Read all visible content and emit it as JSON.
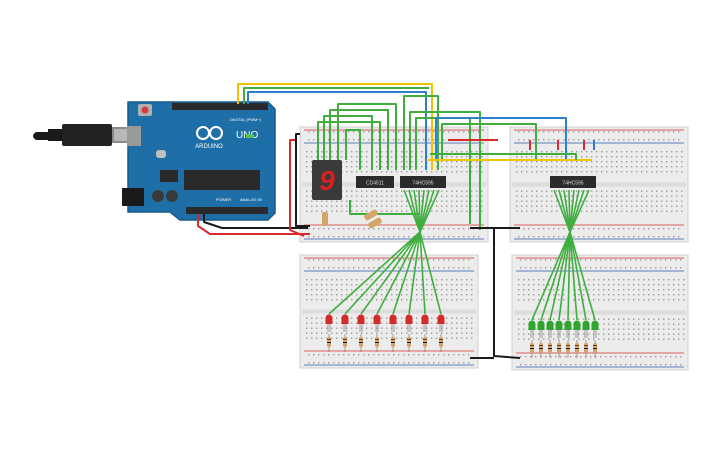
{
  "colors": {
    "board": "#1e6fa8",
    "board_dark": "#175a88",
    "breadboard": "#ececec",
    "breadboard_edge": "#cfcfcf",
    "hole": "#9a9a9a",
    "rail_red": "#d9312b",
    "rail_blue": "#2a5db0",
    "wire_green": "#3fae3f",
    "wire_yellow": "#f2c400",
    "wire_blue": "#2f7fd0",
    "wire_red": "#d92b2b",
    "wire_black": "#1a1a1a",
    "chip": "#2b2b2b",
    "led_red": "#d52a2a",
    "led_green": "#2fa52f",
    "seg_display": "#3a3a3a",
    "seg_lit": "#d82020"
  },
  "arduino": {
    "brand": "ARDUINO",
    "model": "UNO",
    "digital_label": "DIGITAL (PWM~)",
    "power_label": "POWER",
    "analog_label": "ANALOG IN"
  },
  "chips": [
    {
      "id": "decoder",
      "label": "CD4511"
    },
    {
      "id": "shift1",
      "label": "74HC595"
    },
    {
      "id": "shift2",
      "label": "74HC595"
    }
  ],
  "seven_segment": {
    "digit": "9"
  },
  "led_banks": [
    {
      "id": "red",
      "count": 8,
      "color": "red"
    },
    {
      "id": "green",
      "count": 8,
      "color": "green"
    }
  ]
}
